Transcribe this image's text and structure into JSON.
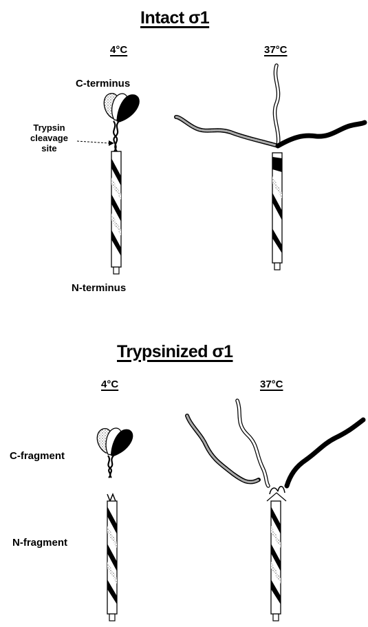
{
  "panels": [
    {
      "title": "Intact σ1",
      "temps": [
        "4°C",
        "37°C"
      ],
      "labels": {
        "c_term": "C-terminus",
        "cleavage": "Trypsin\ncleavage\nsite",
        "n_term": "N-terminus"
      }
    },
    {
      "title": "Trypsinized σ1",
      "temps": [
        "4°C",
        "37°C"
      ],
      "labels": {
        "c_frag": "C-fragment",
        "n_frag": "N-fragment"
      }
    }
  ]
}
